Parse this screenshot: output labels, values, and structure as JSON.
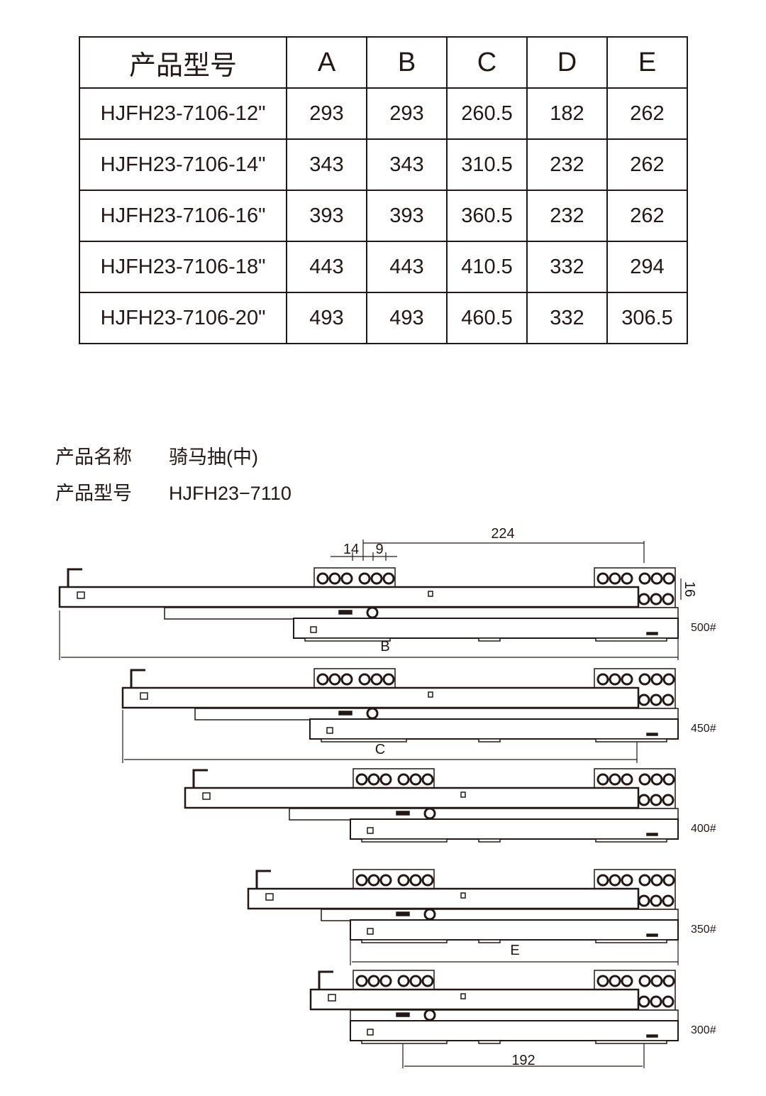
{
  "table": {
    "headers": [
      "产品型号",
      "A",
      "B",
      "C",
      "D",
      "E"
    ],
    "rows": [
      [
        "HJFH23-7106-12\"",
        "293",
        "293",
        "260.5",
        "182",
        "262"
      ],
      [
        "HJFH23-7106-14\"",
        "343",
        "343",
        "310.5",
        "232",
        "262"
      ],
      [
        "HJFH23-7106-16\"",
        "393",
        "393",
        "360.5",
        "232",
        "262"
      ],
      [
        "HJFH23-7106-18\"",
        "443",
        "443",
        "410.5",
        "332",
        "294"
      ],
      [
        "HJFH23-7106-20\"",
        "493",
        "493",
        "460.5",
        "332",
        "306.5"
      ]
    ]
  },
  "product": {
    "name_label": "产品名称",
    "name_value": "骑马抽(中)",
    "model_label": "产品型号",
    "model_value": "HJFH23−7110"
  },
  "drawing": {
    "dims": {
      "d224": "224",
      "d14": "14",
      "d9": "9",
      "d16": "16",
      "B": "B",
      "C": "C",
      "E": "E",
      "d192": "192"
    },
    "slides": [
      {
        "label": "500#"
      },
      {
        "label": "450#"
      },
      {
        "label": "400#"
      },
      {
        "label": "350#"
      },
      {
        "label": "300#"
      }
    ]
  }
}
